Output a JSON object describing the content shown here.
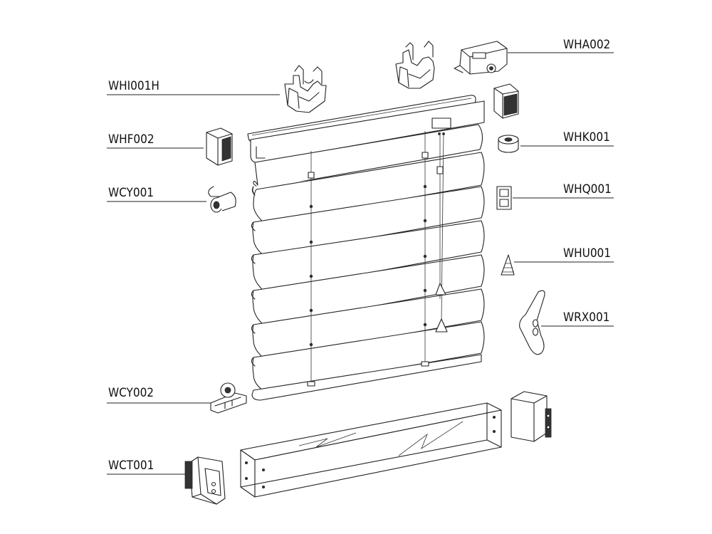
{
  "title": "",
  "labels": {
    "whi001h": "WHI001H",
    "wha002": "WHA002",
    "whf002": "WHF002",
    "whk001": "WHK001",
    "wcy001": "WCY001",
    "whq001": "WHQ001",
    "whu001": "WHU001",
    "wrx001": "WRX001",
    "wcy002": "WCY002",
    "wct001": "WCT001"
  }
}
